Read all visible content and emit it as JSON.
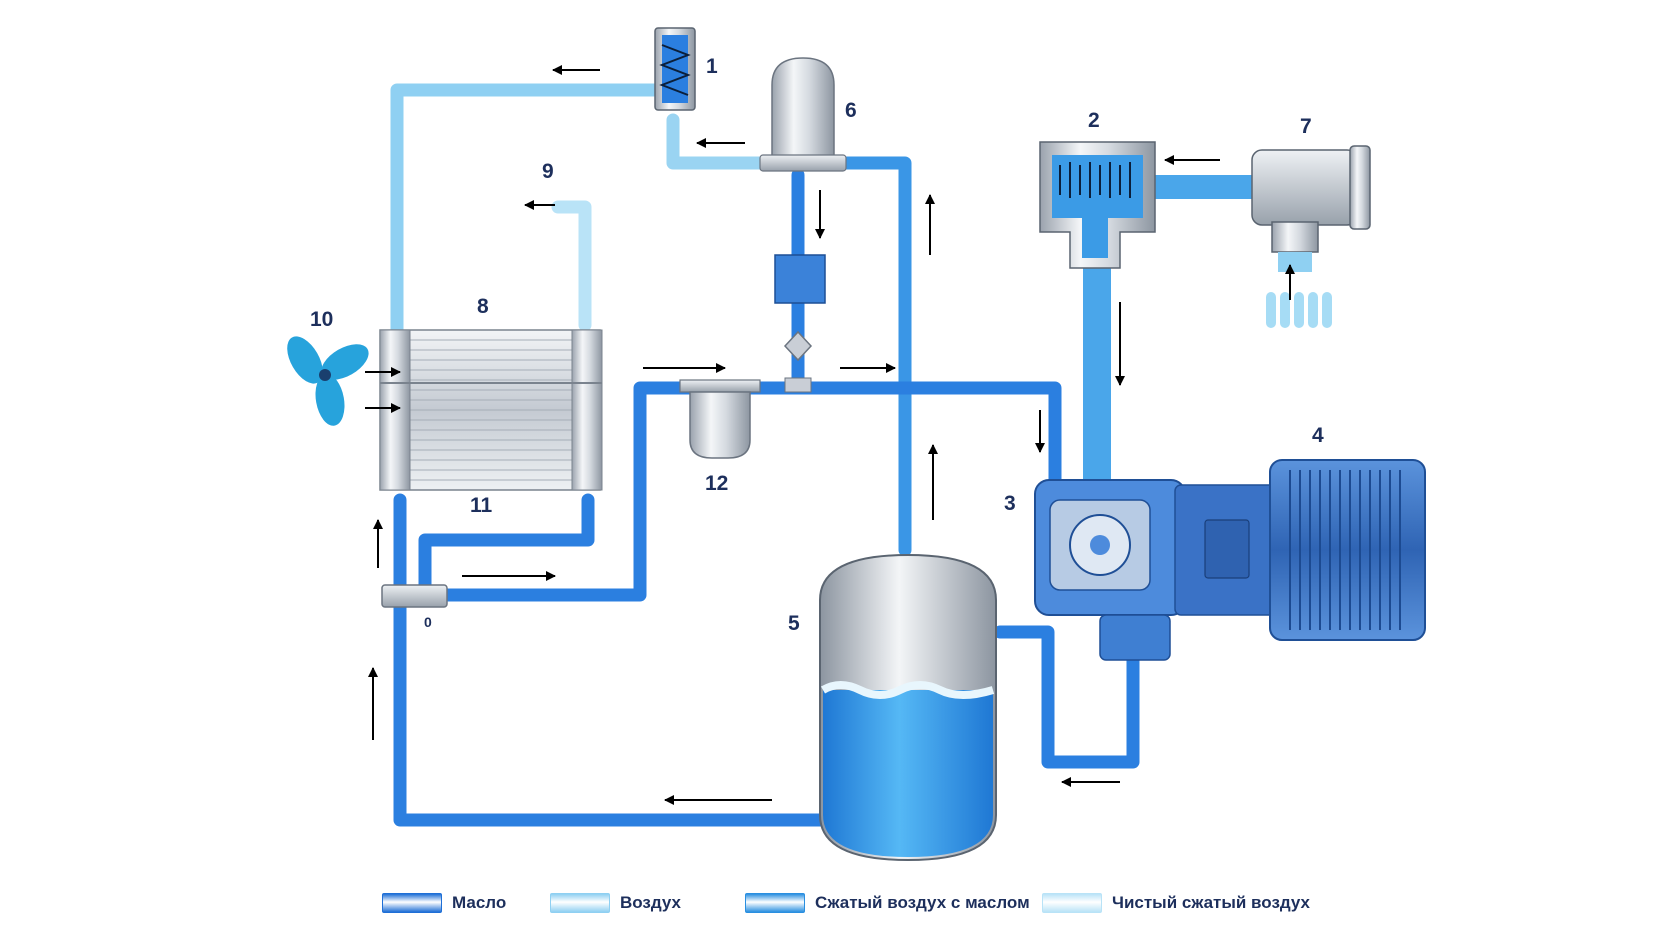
{
  "components": [
    {
      "id": "1",
      "label": "1"
    },
    {
      "id": "2",
      "label": "2"
    },
    {
      "id": "3",
      "label": "3"
    },
    {
      "id": "4",
      "label": "4"
    },
    {
      "id": "5",
      "label": "5"
    },
    {
      "id": "6",
      "label": "6"
    },
    {
      "id": "7",
      "label": "7"
    },
    {
      "id": "8",
      "label": "8"
    },
    {
      "id": "9",
      "label": "9"
    },
    {
      "id": "10",
      "label": "10"
    },
    {
      "id": "11",
      "label": "11"
    },
    {
      "id": "12",
      "label": "12"
    }
  ],
  "valve_mark": "0",
  "legend": [
    {
      "label": "Масло",
      "color": "#1f6fd6"
    },
    {
      "label": "Воздух",
      "color": "#8fd0f2"
    },
    {
      "label": "Сжатый воздух с маслом",
      "color": "#2a8fe0"
    },
    {
      "label": "Чистый сжатый воздух",
      "color": "#b9e3f7"
    }
  ],
  "colors": {
    "oil": "#2b7fe0",
    "air": "#8fd0f2",
    "oil_air": "#3a96e6",
    "clean_air": "#b9e3f7",
    "motor": "#3d78c9",
    "steel": "#c9ced6",
    "label": "#1d2f5c"
  }
}
